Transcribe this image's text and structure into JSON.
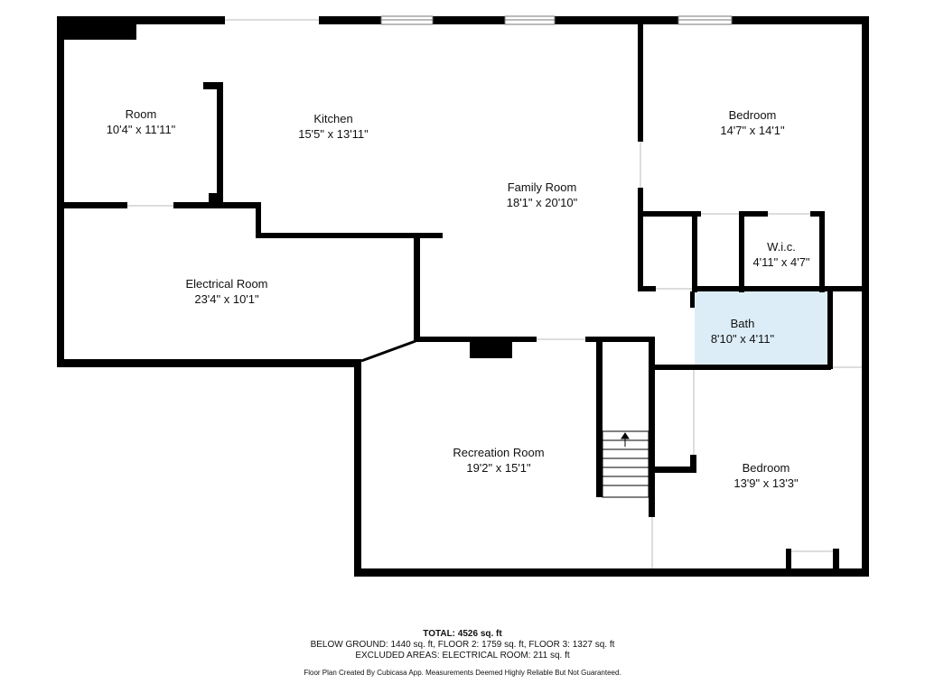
{
  "floor_plan": {
    "rooms": [
      {
        "id": "room",
        "name": "Room",
        "dimensions": "10'4\" x 11'11\""
      },
      {
        "id": "kitchen",
        "name": "Kitchen",
        "dimensions": "15'5\" x 13'11\""
      },
      {
        "id": "bedroom-ne",
        "name": "Bedroom",
        "dimensions": "14'7\" x 14'1\""
      },
      {
        "id": "family-room",
        "name": "Family Room",
        "dimensions": "18'1\" x 20'10\""
      },
      {
        "id": "wic",
        "name": "W.i.c.",
        "dimensions": "4'11\" x 4'7\""
      },
      {
        "id": "electrical",
        "name": "Electrical Room",
        "dimensions": "23'4\" x 10'1\""
      },
      {
        "id": "bath",
        "name": "Bath",
        "dimensions": "8'10\" x 4'11\""
      },
      {
        "id": "recreation",
        "name": "Recreation Room",
        "dimensions": "19'2\" x 15'1\""
      },
      {
        "id": "bedroom-se",
        "name": "Bedroom",
        "dimensions": "13'9\" x 13'3\""
      }
    ],
    "colors": {
      "wall": "#000000",
      "bath_fill": "#dcedf7",
      "window": "#cfcfcf",
      "background": "#ffffff"
    }
  },
  "footer": {
    "total": "TOTAL: 4526 sq. ft",
    "breakdown": "BELOW GROUND: 1440 sq. ft, FLOOR 2: 1759 sq. ft, FLOOR 3: 1327 sq. ft",
    "excluded": "EXCLUDED AREAS: ELECTRICAL ROOM: 211 sq. ft",
    "disclaimer": "Floor Plan Created By Cubicasa App. Measurements Deemed Highly Reliable But Not Guaranteed."
  }
}
